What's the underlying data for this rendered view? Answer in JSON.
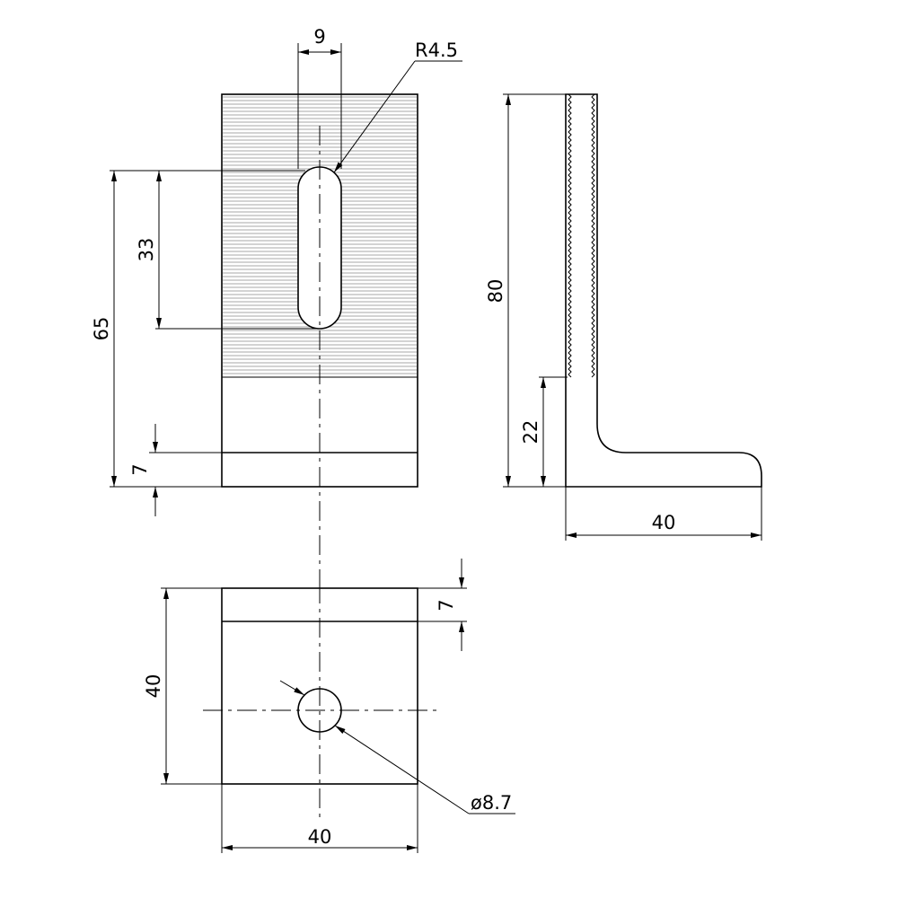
{
  "drawing": {
    "front_view": {
      "slot_width": "9",
      "slot_radius": "R4.5",
      "slot_length": "33",
      "slot_height": "65",
      "base_thickness": "7"
    },
    "side_view": {
      "total_height": "80",
      "flange_height": "22",
      "base_length": "40"
    },
    "bottom_view": {
      "flange_depth": "7",
      "depth": "40",
      "width": "40",
      "hole_diameter": "ø8.7"
    }
  }
}
